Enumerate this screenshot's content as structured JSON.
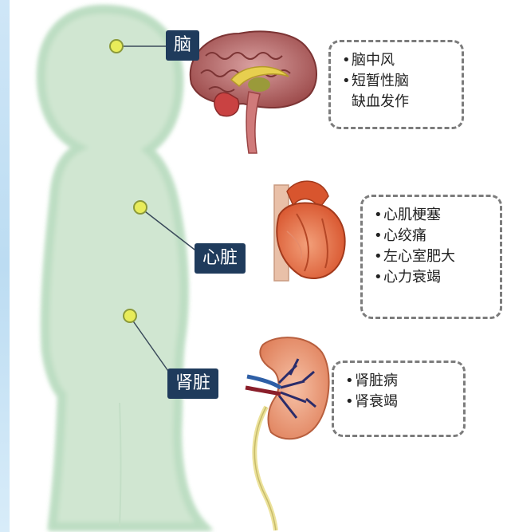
{
  "colors": {
    "label_bg": "#1f3b5c",
    "body_fill": "#d7ebd8",
    "dot_fill": "#e8ec5a",
    "connector": "#3a4a5a"
  },
  "organs": [
    {
      "label": "脑",
      "conditions": [
        "脑中风",
        "短暂性脑\n缺血发作"
      ]
    },
    {
      "label": "心脏",
      "conditions": [
        "心肌梗塞",
        "心绞痛",
        "左心室肥大",
        "心力衰竭"
      ]
    },
    {
      "label": "肾脏",
      "conditions": [
        "肾脏病",
        "肾衰竭"
      ]
    }
  ]
}
